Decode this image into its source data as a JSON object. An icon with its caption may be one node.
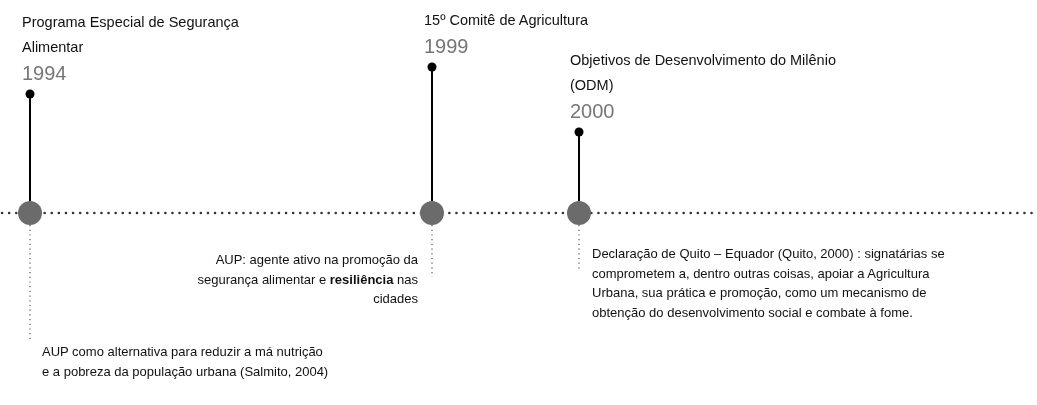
{
  "diagram": {
    "nodes": [
      {
        "text": [
          "Programa Especial de Segurança Alimentar",
          "1994"
        ]
      },
      {
        "text": [],
        "shape": "circle"
      },
      {
        "text": [
          "AUP como alternativa para reduzir a má nutrição e a pobreza da população urbana (Salmito, 2004)"
        ]
      },
      {
        "text": [
          "15º Comitê de Agricultura",
          "1999"
        ]
      },
      {
        "text": [],
        "shape": "circle"
      },
      {
        "text": [
          "AUP: agente ativo na promoção da segurança alimentar e **resiliência** nas cidades"
        ]
      },
      {
        "text": [
          "Objetivos de Desenvolvimento do Milênio (ODM)",
          "2000"
        ]
      },
      {
        "text": [],
        "shape": "circle"
      },
      {
        "text": [
          "Declaração de Quito – Equador (Quito, 2000) : signatárias se comprometem a, dentro outras coisas, apoiar a Agricultura Urbana, sua prática e promoção, como um mecanismo de obtenção do desenvolvimento social e combate à fome."
        ]
      }
    ],
    "edges": [
      {
        "from": 1,
        "to": 0,
        "arrow": "other"
      },
      {
        "from": 1,
        "to": 2,
        "arrow": "none",
        "style": "dashed"
      },
      {
        "from": 4,
        "to": 3,
        "arrow": "other"
      },
      {
        "from": 4,
        "to": 5,
        "arrow": "none",
        "style": "dashed"
      },
      {
        "from": 7,
        "to": 6,
        "arrow": "other"
      },
      {
        "from": 7,
        "to": 8,
        "arrow": "none",
        "style": "dashed"
      }
    ]
  }
}
